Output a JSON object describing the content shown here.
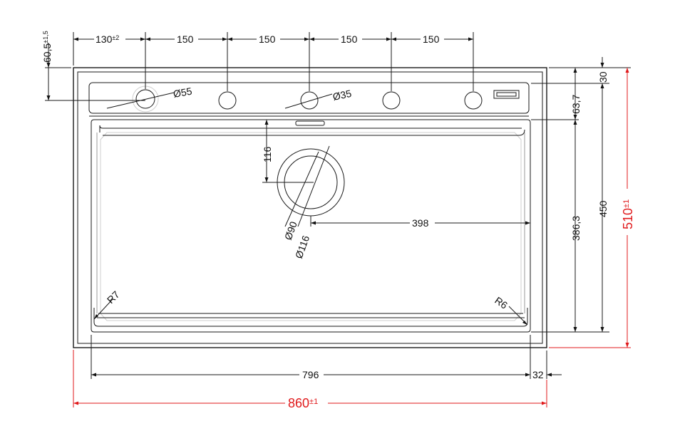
{
  "dimensions": {
    "hole_pitch_1": "130",
    "hole_pitch_1_tol": "±2",
    "hole_pitch_2": "150",
    "hole_pitch_3": "150",
    "hole_pitch_4": "150",
    "hole_pitch_5": "150",
    "top_offset": "60,5",
    "top_offset_tol": "±1,5",
    "tap_hole_large": "Ø55",
    "tap_hole_small": "Ø35",
    "drain_to_bowl_top": "116",
    "drain_inner": "Ø90",
    "drain_outer": "Ø116",
    "drain_to_right_wall": "398",
    "corner_radius_left": "R7",
    "corner_radius_right": "R6",
    "bowl_width": "796",
    "right_rim": "32",
    "overall_width": "860",
    "overall_width_tol": "±1",
    "top_rim": "30",
    "deck_depth": "63,7",
    "bowl_depth": "386,3",
    "inner_depth": "450",
    "overall_depth": "510",
    "overall_depth_tol": "±1"
  },
  "colors": {
    "line": "#1a1a1a",
    "overall_dimension": "#e0191b"
  }
}
